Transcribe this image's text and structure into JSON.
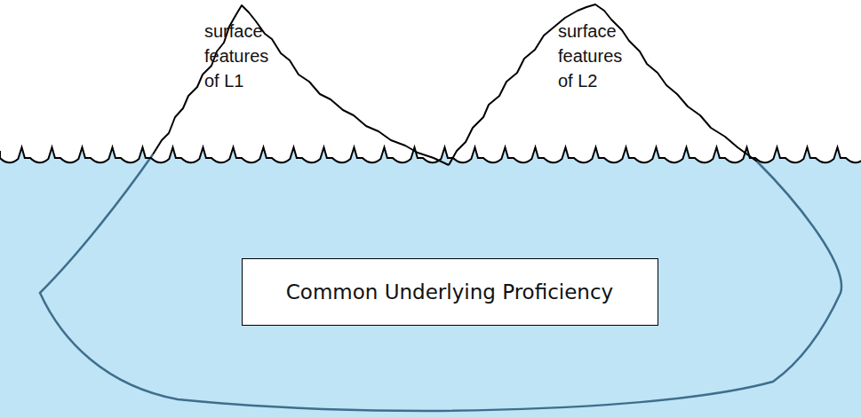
{
  "diagram": {
    "nodes": [
      {
        "text": [
          "surface features of L1"
        ]
      },
      {
        "text": [
          "surface features of L2"
        ]
      },
      {
        "text": [
          "Common Underlying Proficiency"
        ]
      }
    ]
  }
}
